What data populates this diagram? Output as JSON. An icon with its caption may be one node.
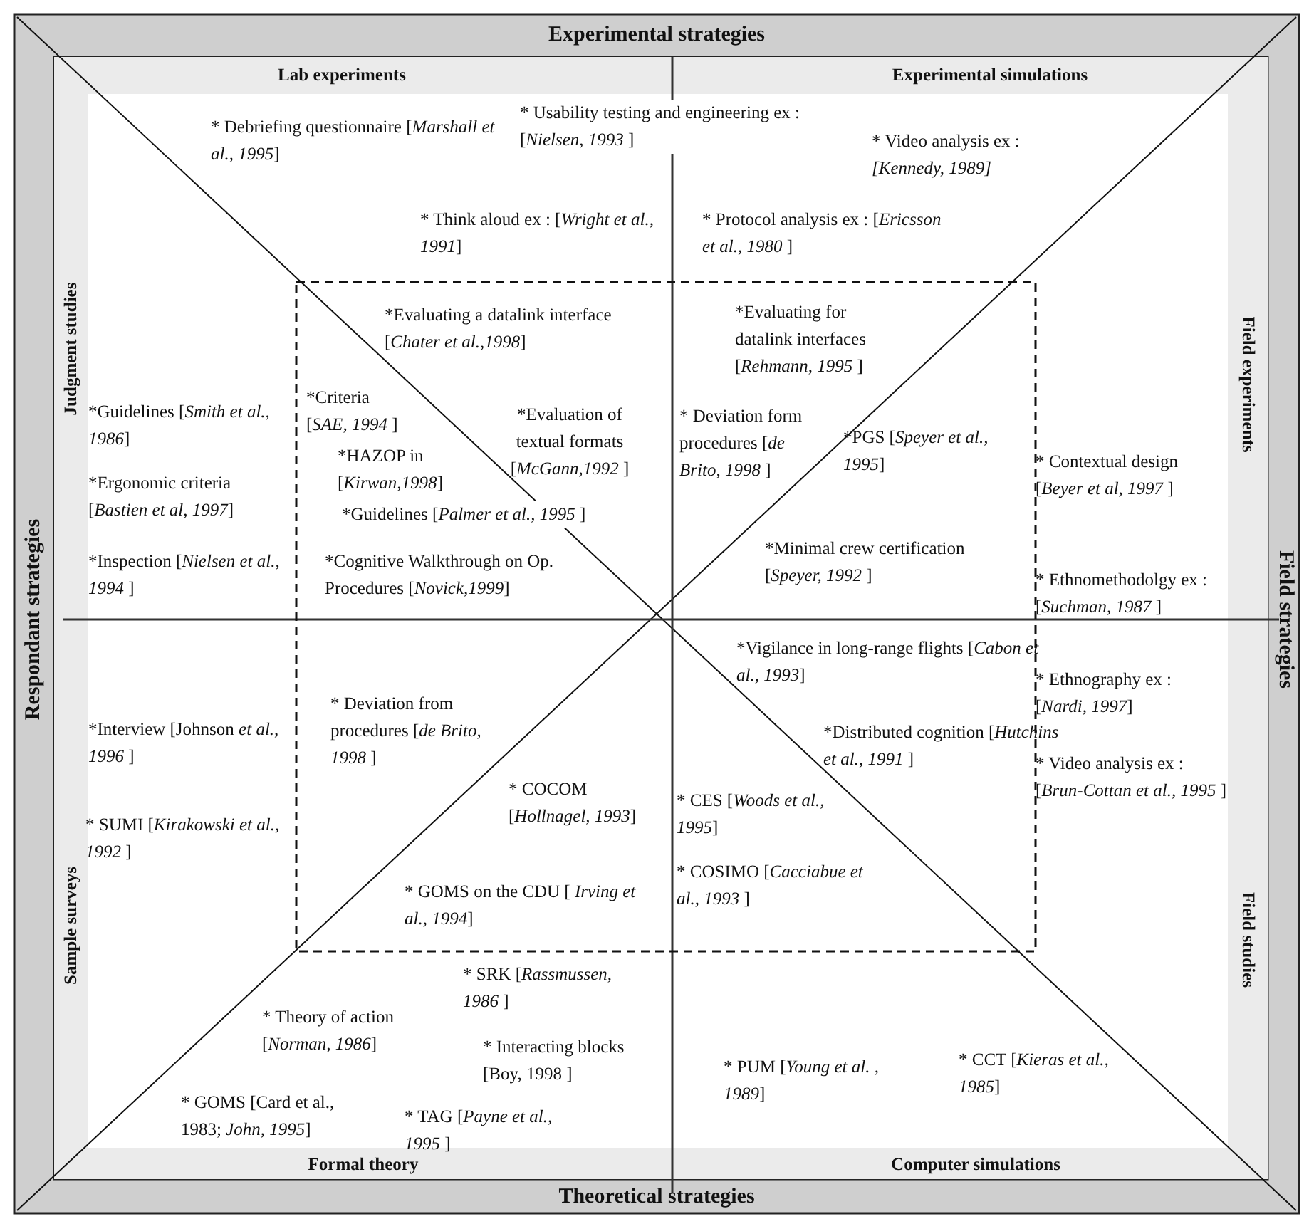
{
  "diagram": {
    "labels": [
      "Experimental strategies",
      "Lab experiments",
      "Experimental simulations",
      "* Debriefing questionnaire [*Marshall et al., 1995*]",
      "* Usability testing and engineering ex : [*Nielsen, 1993* ]",
      "* Video analysis ex : *[Kennedy, 1989]*",
      "* Think aloud ex : [*Wright et al., 1991*]",
      "* Protocol analysis ex : [*Ericsson et al., 1980* ]",
      "*Evaluating a datalink interface [*Chater et al.,1998*]",
      "*Evaluating for datalink interfaces [*Rehmann, 1995* ]",
      "Judgment studies",
      "*Guidelines [*Smith et al., 1986*]",
      "*Criteria [*SAE, 1994* ]",
      "*HAZOP in [*Kirwan,1998*]",
      "*Evaluation of textual formats [*McGann,1992* ]",
      "* Deviation form procedures [*de Brito, 1998* ]",
      "Field experiments",
      "*Ergonomic criteria [*Bastien et al, 1997*]",
      "*Guidelines [*Palmer et al., 1995* ]",
      "*PGS [*Speyer et al., 1995*]",
      "* Contextual design [*Beyer et al, 1997* ]",
      "*Inspection [*Nielsen et al., 1994* ]",
      "*Cognitive Walkthrough on Op. Procedures [*Novick,1999*]",
      "*Minimal crew certification [*Speyer, 1992* ]",
      "* Ethnomethodolgy ex : [*Suchman, 1987* ]",
      "Respondant strategies",
      "Field strategies",
      "*Vigilance in long-range flights [*Cabon et al., 1993*]",
      "*Interview [Johnson *et al., 1996* ]",
      "* Deviation from procedures [*de Brito, 1998* ]",
      "* Ethnography ex : [*Nardi, 1997*]",
      "*Distributed cognition [*Hutchins et al., 1991* ]",
      "* Video analysis ex : [*Brun-Cottan et al., 1995* ]",
      "* SUMI [*Kirakowski et al., 1992* ]",
      "* COCOM [*Hollnagel, 1993*]",
      "* CES [*Woods et al., 1995*]",
      "Sample surveys",
      "Field studies",
      "* GOMS on the CDU [ *Irving et al., 1994*]",
      "* COSIMO [*Cacciabue et al., 1993* ]",
      "* SRK [*Rassmussen, 1986* ]",
      "* Theory of action [*Norman, 1986*]",
      "* Interacting blocks [Boy, 1998 ]",
      "* PUM [*Young et al. , 1989*]",
      "* CCT [*Kieras et al., 1985*]",
      "* GOMS [Card et al., 1983; *John, 1995*]",
      "* TAG [*Payne et al., 1995* ]",
      "Formal theory",
      "Computer simulations",
      "Theoretical strategies"
    ]
  }
}
